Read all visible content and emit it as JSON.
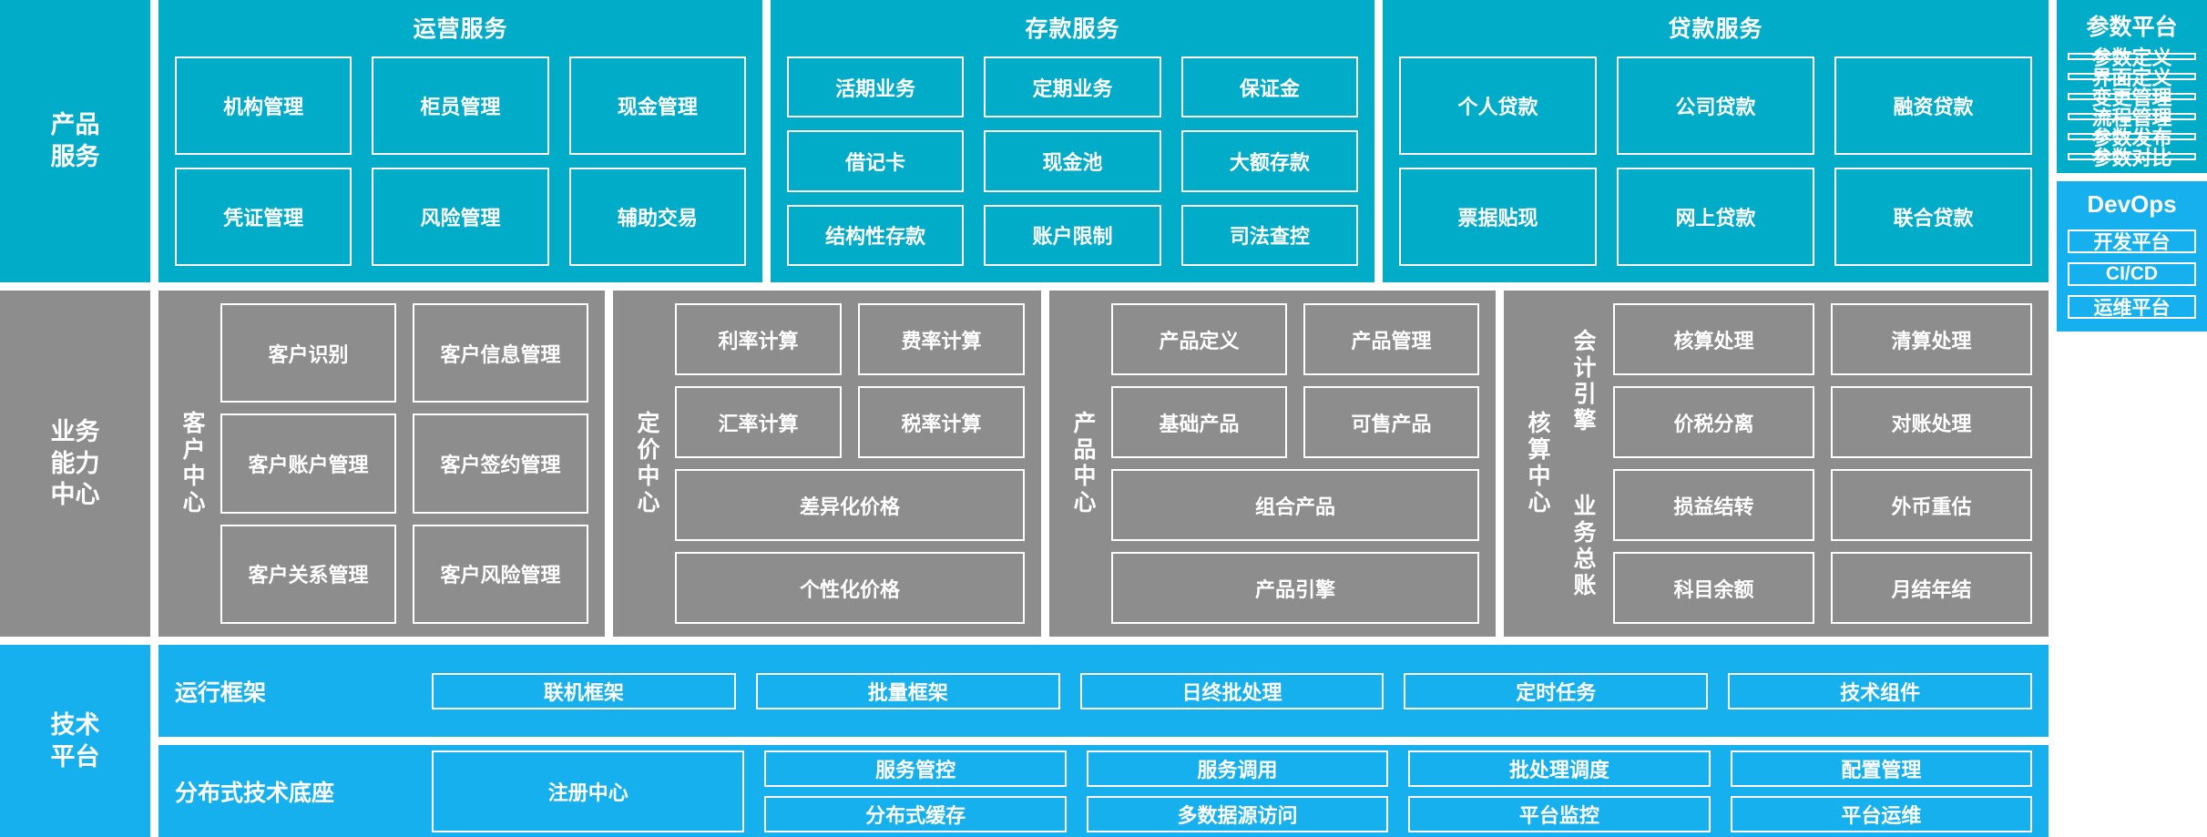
{
  "colors": {
    "teal": "#00acc8",
    "gray": "#8d8d8d",
    "bright_blue": "#17b0ef",
    "outline": "#ffffff"
  },
  "rows": {
    "product_services": {
      "label": "产品\n服务",
      "label_lines": [
        "产品",
        "服务"
      ],
      "groups": [
        {
          "title": "运营服务",
          "tiles": [
            "机构管理",
            "柜员管理",
            "现金管理",
            "凭证管理",
            "风险管理",
            "辅助交易"
          ]
        },
        {
          "title": "存款服务",
          "tiles": [
            "活期业务",
            "定期业务",
            "保证金",
            "借记卡",
            "现金池",
            "大额存款",
            "结构性存款",
            "账户限制",
            "司法查控"
          ]
        },
        {
          "title": "贷款服务",
          "tiles": [
            "个人贷款",
            "公司贷款",
            "融资贷款",
            "票据贴现",
            "网上贷款",
            "联合贷款"
          ]
        }
      ]
    },
    "business_capability": {
      "label_lines": [
        "业务",
        "能力",
        "中心"
      ],
      "centers": [
        {
          "name": "客户中心",
          "sub_labels": [],
          "tiles": [
            "客户识别",
            "客户信息管理",
            "客户账户管理",
            "客户签约管理",
            "客户关系管理",
            "客户风险管理"
          ]
        },
        {
          "name": "定价中心",
          "sub_labels": [],
          "tiles": [
            "利率计算",
            "费率计算",
            "汇率计算",
            "税率计算",
            "差异化价格",
            "个性化价格"
          ]
        },
        {
          "name": "产品中心",
          "sub_labels": [],
          "tiles": [
            "产品定义",
            "产品管理",
            "基础产品",
            "可售产品",
            "组合产品",
            "产品引擎"
          ]
        },
        {
          "name": "核算中心",
          "sub_labels": [
            "会计引擎",
            "业务总账"
          ],
          "tiles": [
            "核算处理",
            "清算处理",
            "价税分离",
            "对账处理",
            "损益结转",
            "外币重估",
            "科目余额",
            "月结年结"
          ]
        }
      ]
    },
    "technology_platform": {
      "label_lines": [
        "技术",
        "平台"
      ],
      "strips": [
        {
          "label": "运行框架",
          "tiles": [
            "联机框架",
            "批量框架",
            "日终批处理",
            "定时任务",
            "技术组件"
          ]
        },
        {
          "label": "分布式技术底座",
          "wide_tile": "注册中心",
          "pairs": [
            [
              "服务管控",
              "分布式缓存"
            ],
            [
              "服务调用",
              "多数据源访问"
            ],
            [
              "批处理调度",
              "平台监控"
            ],
            [
              "配置管理",
              "平台运维"
            ]
          ]
        }
      ]
    }
  },
  "right_rails": {
    "parameter_platform": {
      "title": "参数平台",
      "items": [
        "参数定义",
        "界面定义",
        "变更管理",
        "流程管理",
        "参数发布",
        "参数对比"
      ]
    },
    "devops": {
      "title": "DevOps",
      "items": [
        "开发平台",
        "CI/CD",
        "运维平台"
      ]
    }
  }
}
